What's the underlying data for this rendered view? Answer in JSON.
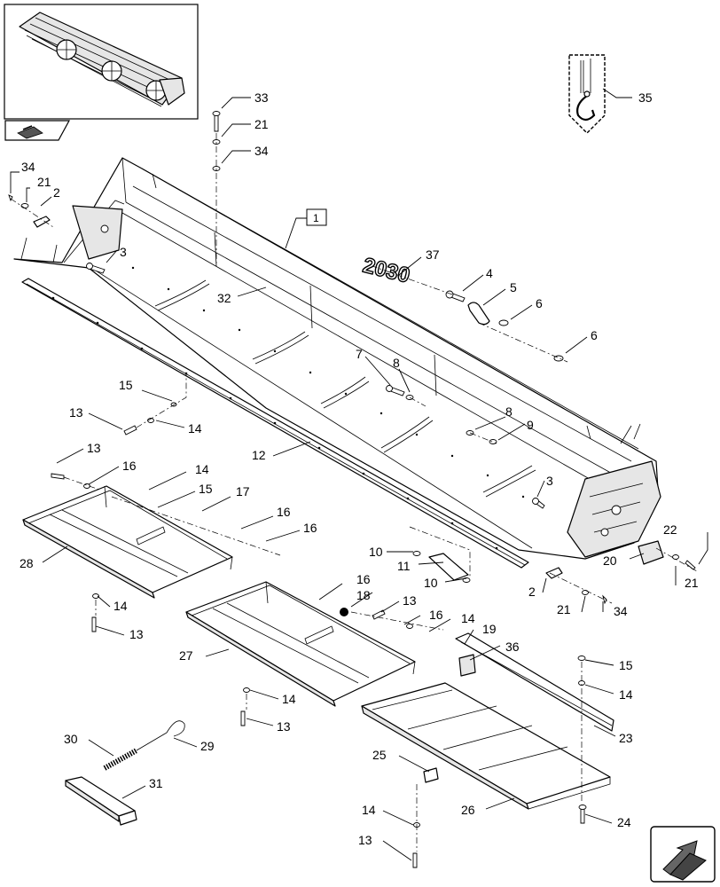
{
  "diagram": {
    "main_assembly_label": "1",
    "stencil_text": "2030",
    "callouts": [
      {
        "id": "c33",
        "text": "33"
      },
      {
        "id": "c21a",
        "text": "21"
      },
      {
        "id": "c34a",
        "text": "34"
      },
      {
        "id": "c34b",
        "text": "34"
      },
      {
        "id": "c21b",
        "text": "21"
      },
      {
        "id": "c2a",
        "text": "2"
      },
      {
        "id": "c3a",
        "text": "3"
      },
      {
        "id": "c32",
        "text": "32"
      },
      {
        "id": "c37",
        "text": "37"
      },
      {
        "id": "c35",
        "text": "35"
      },
      {
        "id": "c4",
        "text": "4"
      },
      {
        "id": "c5",
        "text": "5"
      },
      {
        "id": "c6a",
        "text": "6"
      },
      {
        "id": "c6b",
        "text": "6"
      },
      {
        "id": "c7",
        "text": "7"
      },
      {
        "id": "c8a",
        "text": "8"
      },
      {
        "id": "c8b",
        "text": "8"
      },
      {
        "id": "c9",
        "text": "9"
      },
      {
        "id": "c15a",
        "text": "15"
      },
      {
        "id": "c13a",
        "text": "13"
      },
      {
        "id": "c14a",
        "text": "14"
      },
      {
        "id": "c12",
        "text": "12"
      },
      {
        "id": "c13b",
        "text": "13"
      },
      {
        "id": "c16a",
        "text": "16"
      },
      {
        "id": "c14b",
        "text": "14"
      },
      {
        "id": "c15b",
        "text": "15"
      },
      {
        "id": "c17",
        "text": "17"
      },
      {
        "id": "c16b",
        "text": "16"
      },
      {
        "id": "c16c",
        "text": "16"
      },
      {
        "id": "c3b",
        "text": "3"
      },
      {
        "id": "c22",
        "text": "22"
      },
      {
        "id": "c10a",
        "text": "10"
      },
      {
        "id": "c11",
        "text": "11"
      },
      {
        "id": "c10b",
        "text": "10"
      },
      {
        "id": "c20",
        "text": "20"
      },
      {
        "id": "c28",
        "text": "28"
      },
      {
        "id": "c21c",
        "text": "21"
      },
      {
        "id": "c2b",
        "text": "2"
      },
      {
        "id": "c21d",
        "text": "21"
      },
      {
        "id": "c34c",
        "text": "34"
      },
      {
        "id": "c16d",
        "text": "16"
      },
      {
        "id": "c18",
        "text": "18"
      },
      {
        "id": "c13c",
        "text": "13"
      },
      {
        "id": "c16e",
        "text": "16"
      },
      {
        "id": "c14c",
        "text": "14"
      },
      {
        "id": "c19",
        "text": "19"
      },
      {
        "id": "c36",
        "text": "36"
      },
      {
        "id": "c14d",
        "text": "14"
      },
      {
        "id": "c13d",
        "text": "13"
      },
      {
        "id": "c27",
        "text": "27"
      },
      {
        "id": "c15c",
        "text": "15"
      },
      {
        "id": "c14e",
        "text": "14"
      },
      {
        "id": "c14f",
        "text": "14"
      },
      {
        "id": "c13e",
        "text": "13"
      },
      {
        "id": "c23",
        "text": "23"
      },
      {
        "id": "c30",
        "text": "30"
      },
      {
        "id": "c29",
        "text": "29"
      },
      {
        "id": "c31",
        "text": "31"
      },
      {
        "id": "c25",
        "text": "25"
      },
      {
        "id": "c26",
        "text": "26"
      },
      {
        "id": "c24",
        "text": "24"
      },
      {
        "id": "c14g",
        "text": "14"
      },
      {
        "id": "c13f",
        "text": "13"
      }
    ]
  }
}
